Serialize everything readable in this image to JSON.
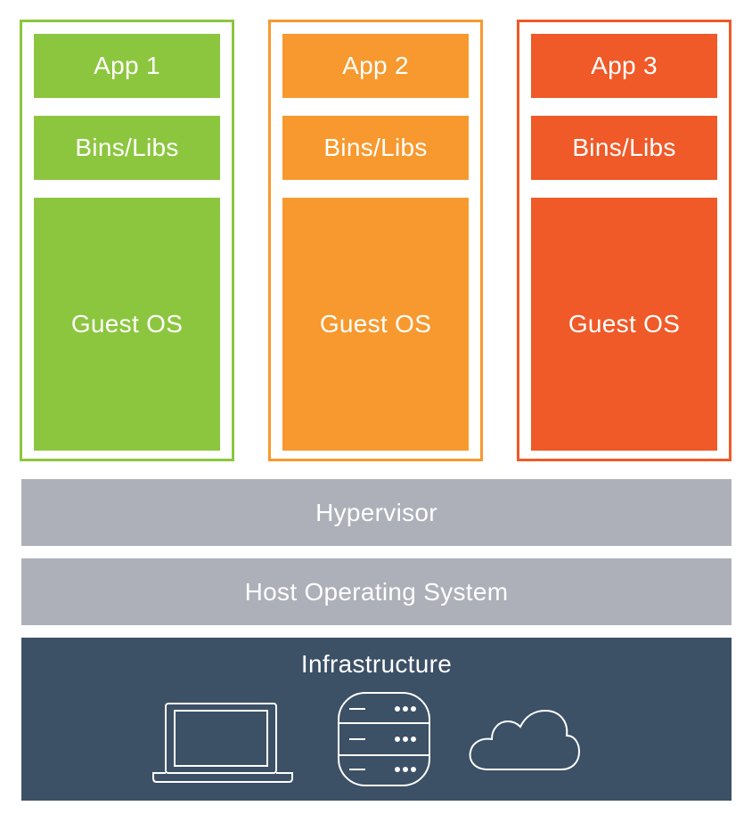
{
  "colors": {
    "vm1": "#8cc63f",
    "vm2": "#f7992e",
    "vm3": "#ef5a28",
    "layer_gray": "#adb0b8",
    "infra_dark": "#3c5066",
    "icon_stroke": "#ffffff"
  },
  "vms": [
    {
      "app": "App 1",
      "bins": "Bins/Libs",
      "os": "Guest OS"
    },
    {
      "app": "App 2",
      "bins": "Bins/Libs",
      "os": "Guest OS"
    },
    {
      "app": "App 3",
      "bins": "Bins/Libs",
      "os": "Guest OS"
    }
  ],
  "layers": {
    "hypervisor": "Hypervisor",
    "host_os": "Host Operating System",
    "infrastructure": "Infrastructure"
  },
  "infra_icons": [
    "laptop-icon",
    "server-icon",
    "cloud-icon"
  ]
}
